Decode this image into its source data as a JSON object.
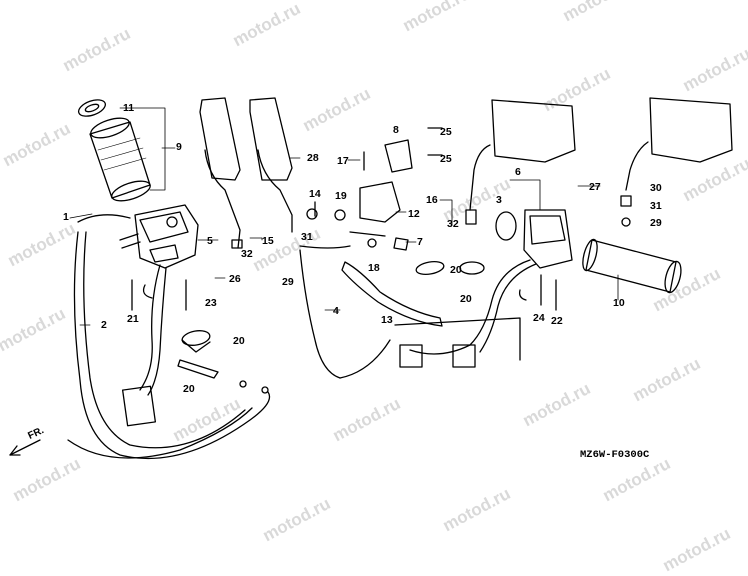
{
  "watermark": {
    "text": "motod.ru"
  },
  "diagram_code": "MZ6W-F0300C",
  "direction_label": "FR.",
  "labels": {
    "p1": "1",
    "p2": "2",
    "p3": "3",
    "p4": "4",
    "p5": "5",
    "p6": "6",
    "p7": "7",
    "p8": "8",
    "p9": "9",
    "p10": "10",
    "p11": "11",
    "p12": "12",
    "p13": "13",
    "p14": "14",
    "p15": "15",
    "p16": "16",
    "p17": "17",
    "p18": "18",
    "p19": "19",
    "p20a": "20",
    "p20b": "20",
    "p20c": "20",
    "p20d": "20",
    "p21": "21",
    "p22": "22",
    "p23": "23",
    "p24": "24",
    "p25a": "25",
    "p25b": "25",
    "p26": "26",
    "p27": "27",
    "p28": "28",
    "p29a": "29",
    "p29b": "29",
    "p30": "30",
    "p31a": "31",
    "p31b": "31",
    "p32a": "32",
    "p32b": "32"
  }
}
